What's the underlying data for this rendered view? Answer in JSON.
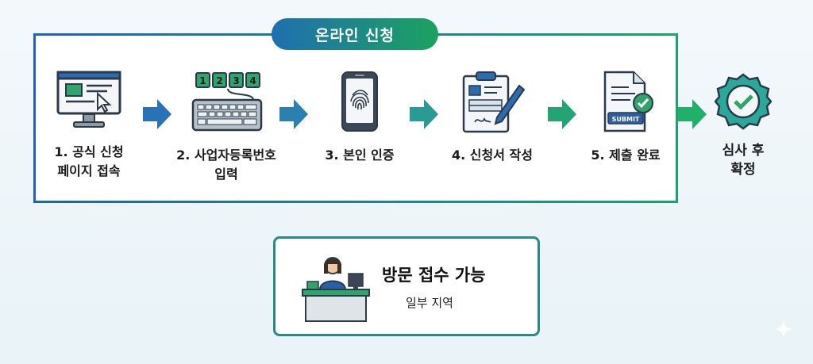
{
  "online": {
    "title": "온라인 신청",
    "steps": [
      {
        "label": "1. 공식 신청\n페이지 접속",
        "icon": "web-page-icon"
      },
      {
        "label": "2. 사업자등록번호\n입력",
        "icon": "keyboard-icon",
        "keys": [
          "1",
          "2",
          "3",
          "4"
        ]
      },
      {
        "label": "3. 본인 인증",
        "icon": "fingerprint-phone-icon"
      },
      {
        "label": "4. 신청서 작성",
        "icon": "clipboard-pen-icon"
      },
      {
        "label": "5. 제출 완료",
        "icon": "submit-document-icon",
        "badge": "SUBMIT"
      }
    ],
    "final": {
      "label": "심사 후\n확정",
      "icon": "check-badge-icon"
    }
  },
  "visit": {
    "title": "방문 접수 가능",
    "subtitle": "일부 지역",
    "icon": "reception-desk-icon"
  },
  "colors": {
    "blue": "#1e63b5",
    "teal": "#2a8a86",
    "green": "#1aa36a"
  }
}
